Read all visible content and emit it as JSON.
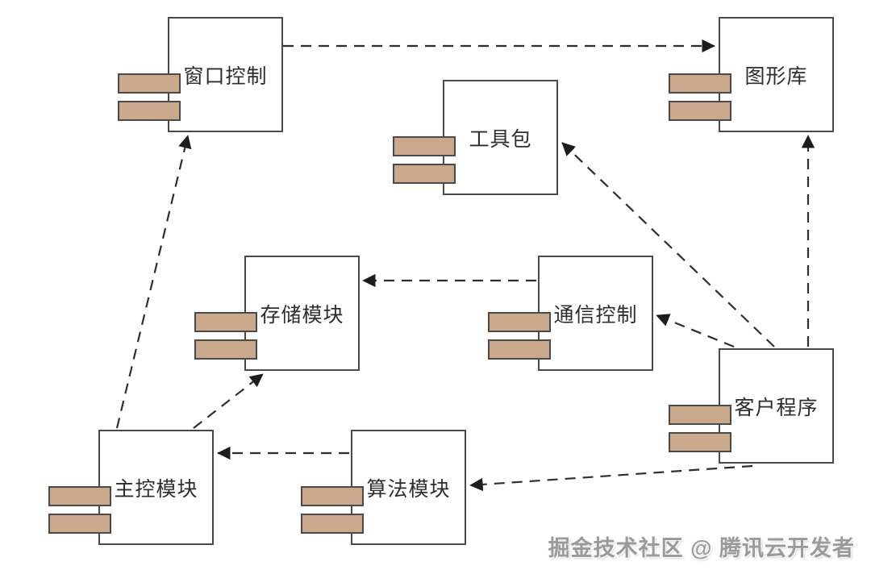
{
  "diagram": {
    "type": "uml-component-diagram",
    "nodes": [
      {
        "id": "window-control",
        "label": "窗口控制",
        "icon": "uml-component-tabs-icon"
      },
      {
        "id": "graphics-library",
        "label": "图形库",
        "icon": "uml-component-tabs-icon"
      },
      {
        "id": "toolkit",
        "label": "工具包",
        "icon": "uml-component-tabs-icon"
      },
      {
        "id": "storage-module",
        "label": "存储模块",
        "icon": "uml-component-tabs-icon"
      },
      {
        "id": "comm-control",
        "label": "通信控制",
        "icon": "uml-component-tabs-icon"
      },
      {
        "id": "client-program",
        "label": "客户程序",
        "icon": "uml-component-tabs-icon"
      },
      {
        "id": "main-control",
        "label": "主控模块",
        "icon": "uml-component-tabs-icon"
      },
      {
        "id": "algorithm-module",
        "label": "算法模块",
        "icon": "uml-component-tabs-icon"
      }
    ],
    "edges": [
      {
        "from": "window-control",
        "to": "graphics-library",
        "style": "dashed-arrow"
      },
      {
        "from": "main-control",
        "to": "window-control",
        "style": "dashed-arrow"
      },
      {
        "from": "main-control",
        "to": "storage-module",
        "style": "dashed-arrow"
      },
      {
        "from": "comm-control",
        "to": "storage-module",
        "style": "dashed-arrow"
      },
      {
        "from": "client-program",
        "to": "comm-control",
        "style": "dashed-arrow"
      },
      {
        "from": "client-program",
        "to": "toolkit",
        "style": "dashed-arrow"
      },
      {
        "from": "client-program",
        "to": "graphics-library",
        "style": "dashed-arrow"
      },
      {
        "from": "client-program",
        "to": "algorithm-module",
        "style": "dashed-arrow"
      },
      {
        "from": "algorithm-module",
        "to": "main-control",
        "style": "dashed-arrow"
      }
    ],
    "colors": {
      "background": "#ffffff",
      "box_border": "#4a4a4a",
      "tab_fill": "#c9a88b",
      "line": "#2e2e2e",
      "text": "#2d2d2d",
      "watermark_text": "#9a9a9a"
    }
  },
  "watermark": {
    "text": "掘金技术社区 @ 腾讯云开发者"
  }
}
